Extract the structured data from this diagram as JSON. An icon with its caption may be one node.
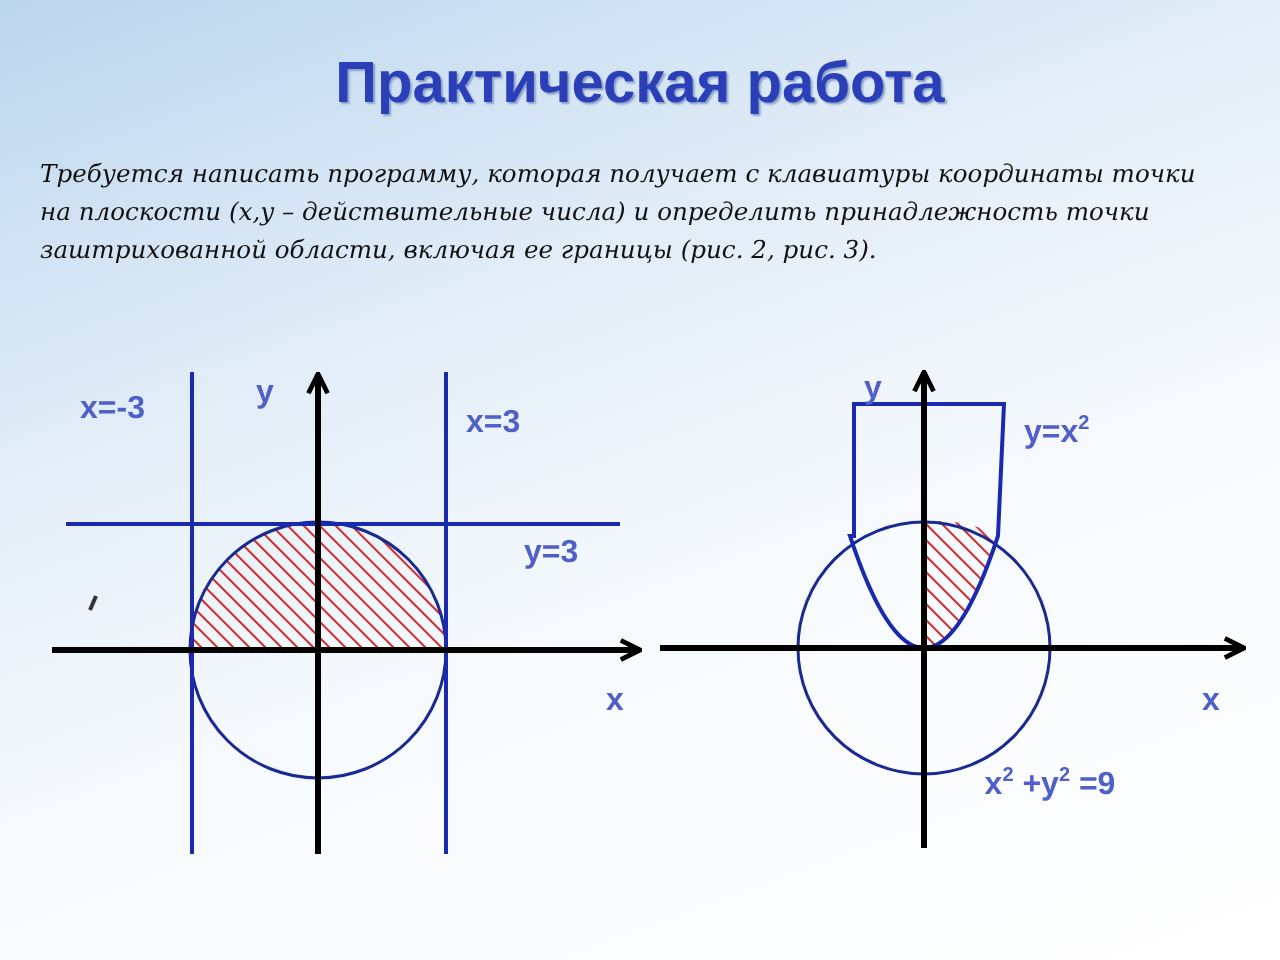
{
  "diagram": {
    "title": "Практическая работа",
    "labels": [
      "Требуется написать программу, которая получает с клавиатуры координаты точки на плоскости (x,y – действительные числа) и определить принадлежность точки заштрихованной области, включая ее границы (рис. 2, рис. 3).",
      "x=-3",
      "y",
      "x=3",
      "y=3",
      "x",
      "y",
      "y=x$^{2}$",
      "x",
      "x$^{2}$ +y$^{2}$ =9"
    ]
  }
}
